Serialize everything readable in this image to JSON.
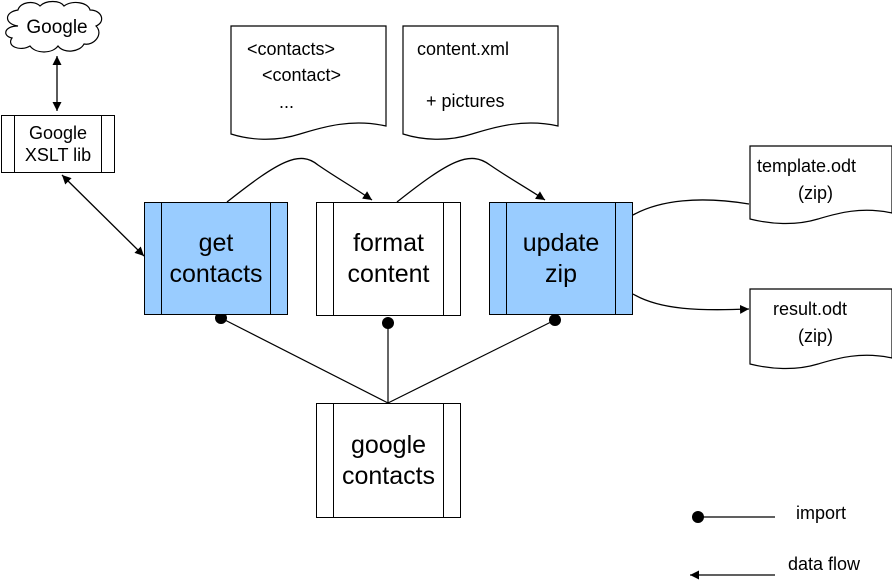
{
  "colors": {
    "accent_fill": "#99ccff",
    "plain_fill": "#ffffff",
    "stroke": "#000000"
  },
  "cloud": {
    "label": "Google"
  },
  "nodes": {
    "xslt": "Google\nXSLT lib",
    "get": "get\ncontacts",
    "format": "format\ncontent",
    "update": "update\nzip",
    "google_contacts": "google\ncontacts"
  },
  "documents": {
    "contacts_xml": {
      "line1": "<contacts>",
      "line2": "<contact>",
      "line3": "..."
    },
    "content_xml": {
      "line1": "content.xml",
      "line2": "+ pictures"
    },
    "template": {
      "line1": "template.odt",
      "line2": "(zip)"
    },
    "result": {
      "line1": "result.odt",
      "line2": "(zip)"
    }
  },
  "legend": {
    "import": "import",
    "data_flow": "data flow"
  }
}
